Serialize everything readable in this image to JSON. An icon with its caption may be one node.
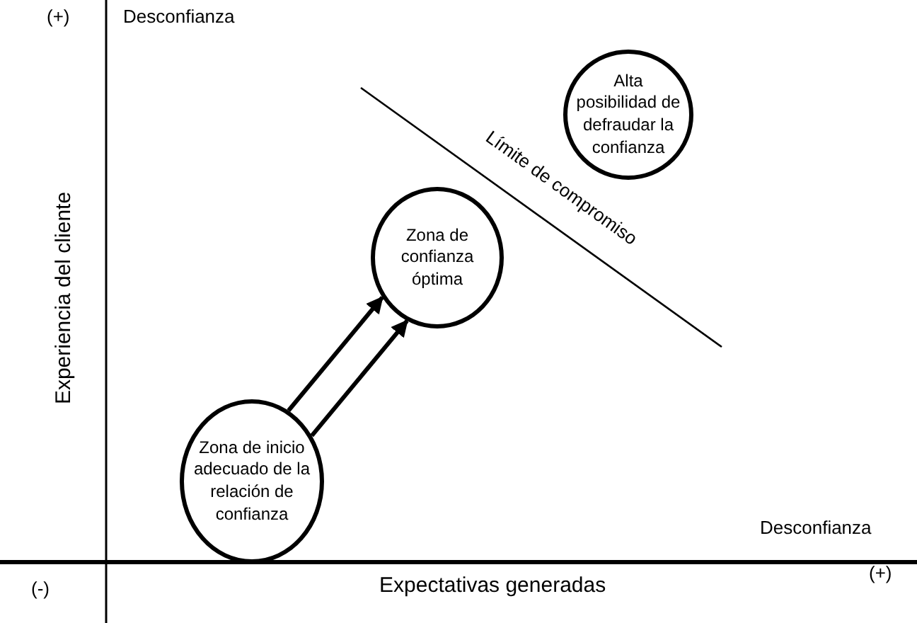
{
  "diagram": {
    "nodes": [
      {
        "text": [
          "Alta posibilidad de defraudar la confianza"
        ]
      },
      {
        "text": [
          "Zona de confianza óptima"
        ]
      },
      {
        "text": [
          "Zona de inicio adecuado de la relación de confianza"
        ]
      }
    ],
    "edges": [
      {
        "from": 2,
        "to": 1,
        "arrow": "to"
      },
      {
        "from": 2,
        "to": 1,
        "arrow": "to"
      }
    ],
    "labels": [
      "(+)",
      "Desconfianza",
      "Límite de compromiso",
      "Experiencia del cliente",
      "Desconfianza",
      "(-)",
      "Expectativas generadas",
      "(+)"
    ]
  }
}
